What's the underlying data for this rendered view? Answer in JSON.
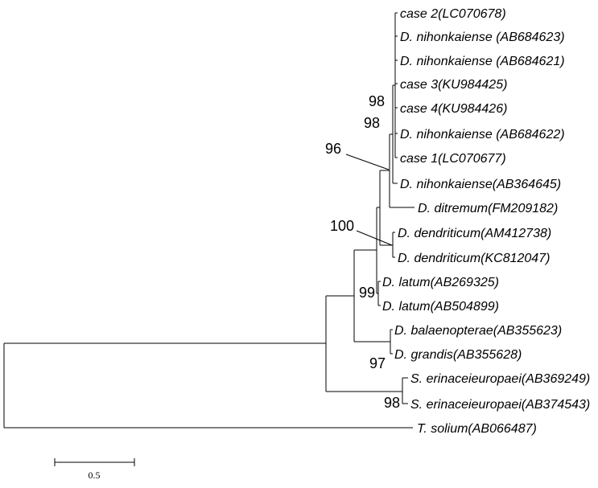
{
  "leaves": [
    "case 2(LC070678)",
    "D. nihonkaiense (AB684623)",
    "D. nihonkaiense (AB684621)",
    "case 3(KU984425)",
    "case 4(KU984426)",
    "D. nihonkaiense (AB684622)",
    "case 1(LC070677)",
    "D. nihonkaiense(AB364645)",
    "D. ditremum(FM209182)",
    "D. dendriticum(AM412738)",
    "D. dendriticum(KC812047)",
    "D. latum(AB269325)",
    "D. latum(AB504899)",
    "D. balaenopterae(AB355623)",
    "D. grandis(AB355628)",
    "S. erinaceieuropaei(AB369249)",
    "S. erinaceieuropaei(AB374543)",
    "T. solium(AB066487)"
  ],
  "bootstrap": [
    98,
    98,
    96,
    100,
    99,
    97,
    98
  ],
  "scale_bar": {
    "label": "0.5"
  },
  "colors": {
    "line": "#000000",
    "background": "#ffffff"
  }
}
